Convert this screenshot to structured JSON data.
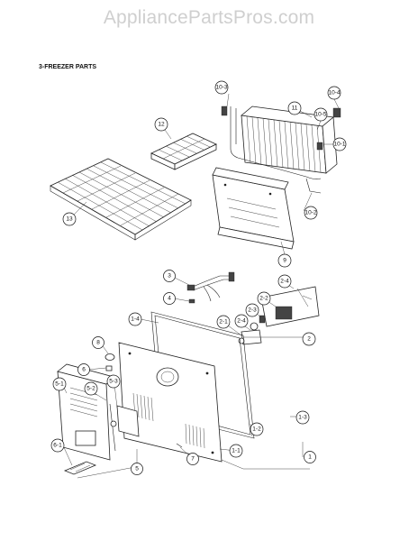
{
  "watermark": "AppliancePartsPros.com",
  "section_title": "3-FREEZER PARTS",
  "callouts": {
    "c10_3": "10-3",
    "c11": "11",
    "c10_4": "10-4",
    "c10_5": "10-5",
    "c10_1": "10-1",
    "c12": "12",
    "c13": "13",
    "c10_2": "10-2",
    "c9": "9",
    "c3": "3",
    "c4": "4",
    "c2_4a": "2-4",
    "c2_2": "2-2",
    "c2_3": "2-3",
    "c2_1": "2-1",
    "c2_4b": "2-4",
    "c2": "2",
    "c1_4": "1-4",
    "c8": "8",
    "c6": "6",
    "c5_1": "5-1",
    "c5_2": "5-2",
    "c5_3": "5-3",
    "c1_2": "1-2",
    "c1_3": "1-3",
    "c1_1": "1-1",
    "c7": "7",
    "c6_1": "6-1",
    "c5": "5",
    "c1": "1"
  }
}
